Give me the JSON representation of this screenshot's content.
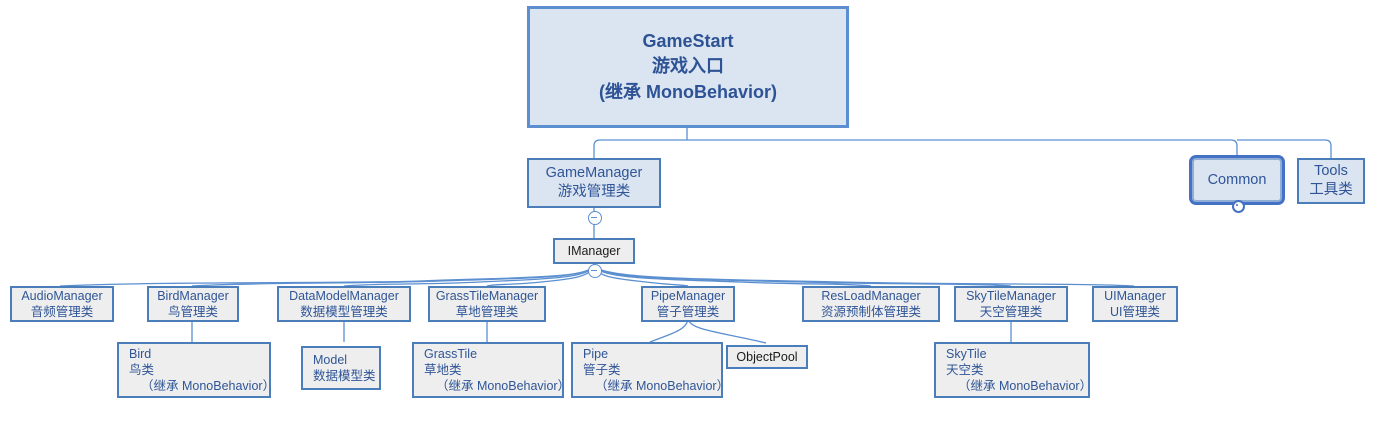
{
  "diagram": {
    "title": "GameStart class hierarchy",
    "colors": {
      "node_border": "#4a7ebb",
      "node_fill_grey": "#eeeeee",
      "node_fill_blue": "#dbe4f1",
      "text": "#2f5597",
      "root_text": "#2d5395",
      "selection": "#4472c4",
      "connector": "#5b8fd0",
      "background": "#ffffff"
    },
    "root": {
      "id": "gamestart",
      "lines": [
        "GameStart",
        "游戏入口",
        "(继承 MonoBehavior)"
      ]
    },
    "level2": [
      {
        "id": "gamemanager",
        "lines": [
          "GameManager",
          "游戏管理类"
        ]
      },
      {
        "id": "common",
        "lines": [
          "Common"
        ],
        "selected": true
      },
      {
        "id": "tools",
        "lines": [
          "Tools",
          "工具类"
        ]
      }
    ],
    "interface": {
      "id": "imanager",
      "lines": [
        "IManager"
      ]
    },
    "managers": [
      {
        "id": "audiomanager",
        "lines": [
          "AudioManager",
          "音频管理类"
        ]
      },
      {
        "id": "birdmanager",
        "lines": [
          "BirdManager",
          "鸟管理类"
        ]
      },
      {
        "id": "datamodelmanager",
        "lines": [
          "DataModelManager",
          "数据模型管理类"
        ]
      },
      {
        "id": "grasstilemanager",
        "lines": [
          "GrassTileManager",
          "草地管理类"
        ]
      },
      {
        "id": "pipemanager",
        "lines": [
          "PipeManager",
          "管子管理类"
        ]
      },
      {
        "id": "resloadmanager",
        "lines": [
          "ResLoadManager",
          "资源预制体管理类"
        ]
      },
      {
        "id": "skytilemanager",
        "lines": [
          "SkyTileManager",
          "天空管理类"
        ]
      },
      {
        "id": "uimanager",
        "lines": [
          "UIManager",
          "UI管理类"
        ]
      }
    ],
    "leaves": [
      {
        "id": "bird",
        "lines": [
          "Bird",
          "鸟类",
          "（继承 MonoBehavior）"
        ]
      },
      {
        "id": "model",
        "lines": [
          "Model",
          "数据模型类"
        ]
      },
      {
        "id": "grasstile",
        "lines": [
          "GrassTile",
          "草地类",
          "（继承 MonoBehavior）"
        ]
      },
      {
        "id": "pipe",
        "lines": [
          "Pipe",
          "管子类",
          "（继承 MonoBehavior）"
        ]
      },
      {
        "id": "objectpool",
        "lines": [
          "ObjectPool"
        ]
      },
      {
        "id": "skytile",
        "lines": [
          "SkyTile",
          "天空类",
          "（继承 MonoBehavior）"
        ]
      }
    ]
  }
}
